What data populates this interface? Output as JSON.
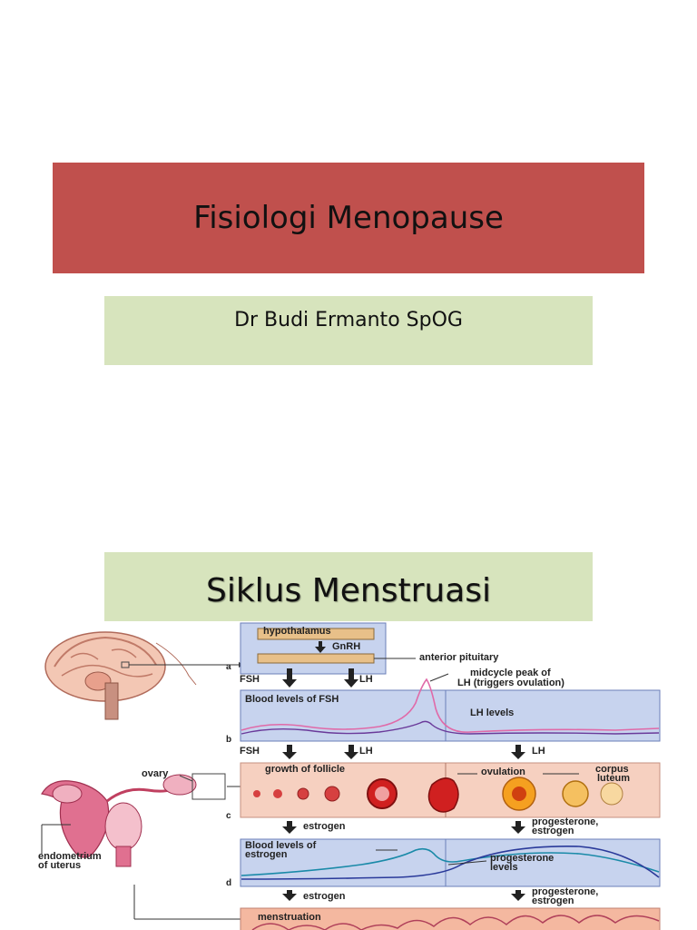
{
  "slide1": {
    "title": "Fisiologi Menopause",
    "subtitle": "Dr Budi Ermanto SpOG"
  },
  "slide2": {
    "title": "Siklus Menstruasi",
    "figure": {
      "hypothalamus": "hypothalamus",
      "gnrh": "GnRH",
      "anterior_pituitary": "anterior pituitary",
      "fsh": "FSH",
      "lh": "LH",
      "midcycle_peak": "midcycle peak of",
      "lh_triggers": "LH (triggers ovulation)",
      "blood_fsh": "Blood levels of FSH",
      "lh_levels": "LH levels",
      "ovary": "ovary",
      "growth_follicle": "growth of follicle",
      "ovulation": "ovulation",
      "corpus": "corpus",
      "luteum": "luteum",
      "estrogen": "estrogen",
      "progesterone_estrogen_1": "progesterone,",
      "progesterone_estrogen_2": "estrogen",
      "blood_estrogen_1": "Blood levels of",
      "blood_estrogen_2": "estrogen",
      "progesterone_levels_1": "progesterone",
      "progesterone_levels_2": "levels",
      "endometrium_1": "endometrium",
      "endometrium_2": "of uterus",
      "menstruation": "menstruation",
      "panel_a": "a",
      "panel_b": "b",
      "panel_c": "c",
      "panel_d": "d"
    }
  }
}
